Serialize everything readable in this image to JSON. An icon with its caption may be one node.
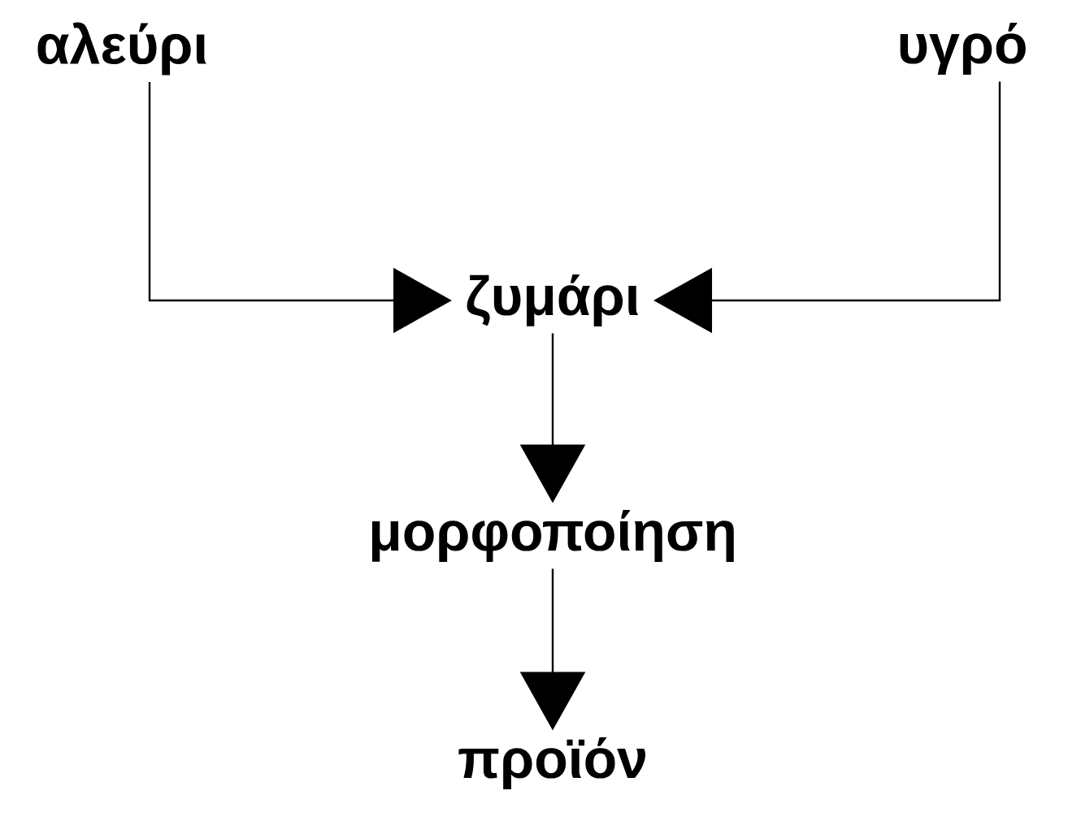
{
  "diagram": {
    "nodes": [
      {
        "text": [
          "αλεύρι"
        ]
      },
      {
        "text": [
          "υγρό"
        ]
      },
      {
        "text": [
          "ζυμάρι"
        ]
      },
      {
        "text": [
          "μορφοποίηση"
        ]
      },
      {
        "text": [
          "προϊόν"
        ]
      }
    ],
    "edges": [
      {
        "from": 0,
        "to": 2,
        "arrow": "to"
      },
      {
        "from": 1,
        "to": 2,
        "arrow": "to"
      },
      {
        "from": 2,
        "to": 3,
        "arrow": "to"
      },
      {
        "from": 3,
        "to": 4,
        "arrow": "to"
      }
    ]
  }
}
